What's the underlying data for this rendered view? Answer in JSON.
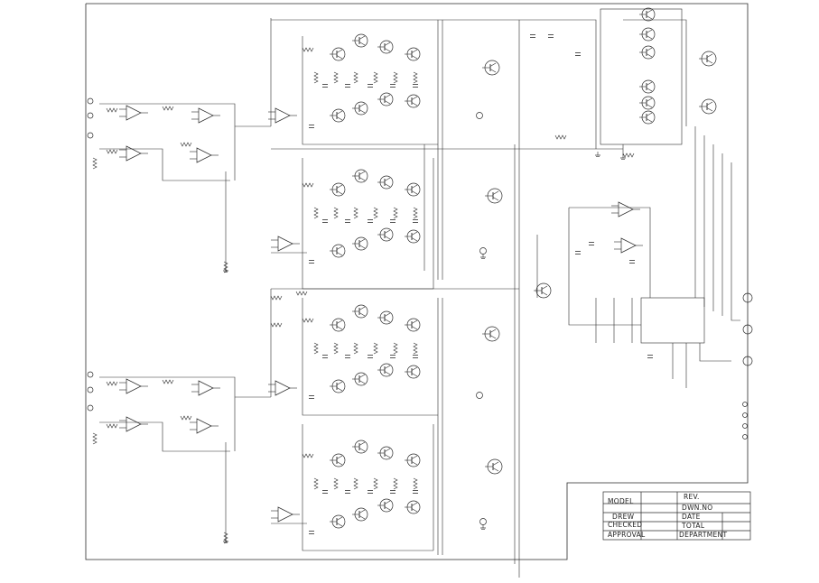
{
  "title_block": {
    "model": "MODEL",
    "drew": "DREW",
    "checked": "CHECKED",
    "approval": "APPROVAL",
    "rev": "REV.",
    "dwn_no": "DWN.NO",
    "date": "DATE",
    "total": "TOTAL",
    "department": "DEPARTMENT"
  },
  "colors": {
    "line": "#2a2a2a",
    "background": "#ffffff"
  },
  "icons": [
    "transistor-symbol",
    "op-amp-symbol",
    "resistor-symbol",
    "capacitor-symbol",
    "connector-terminal",
    "ground-symbol"
  ]
}
